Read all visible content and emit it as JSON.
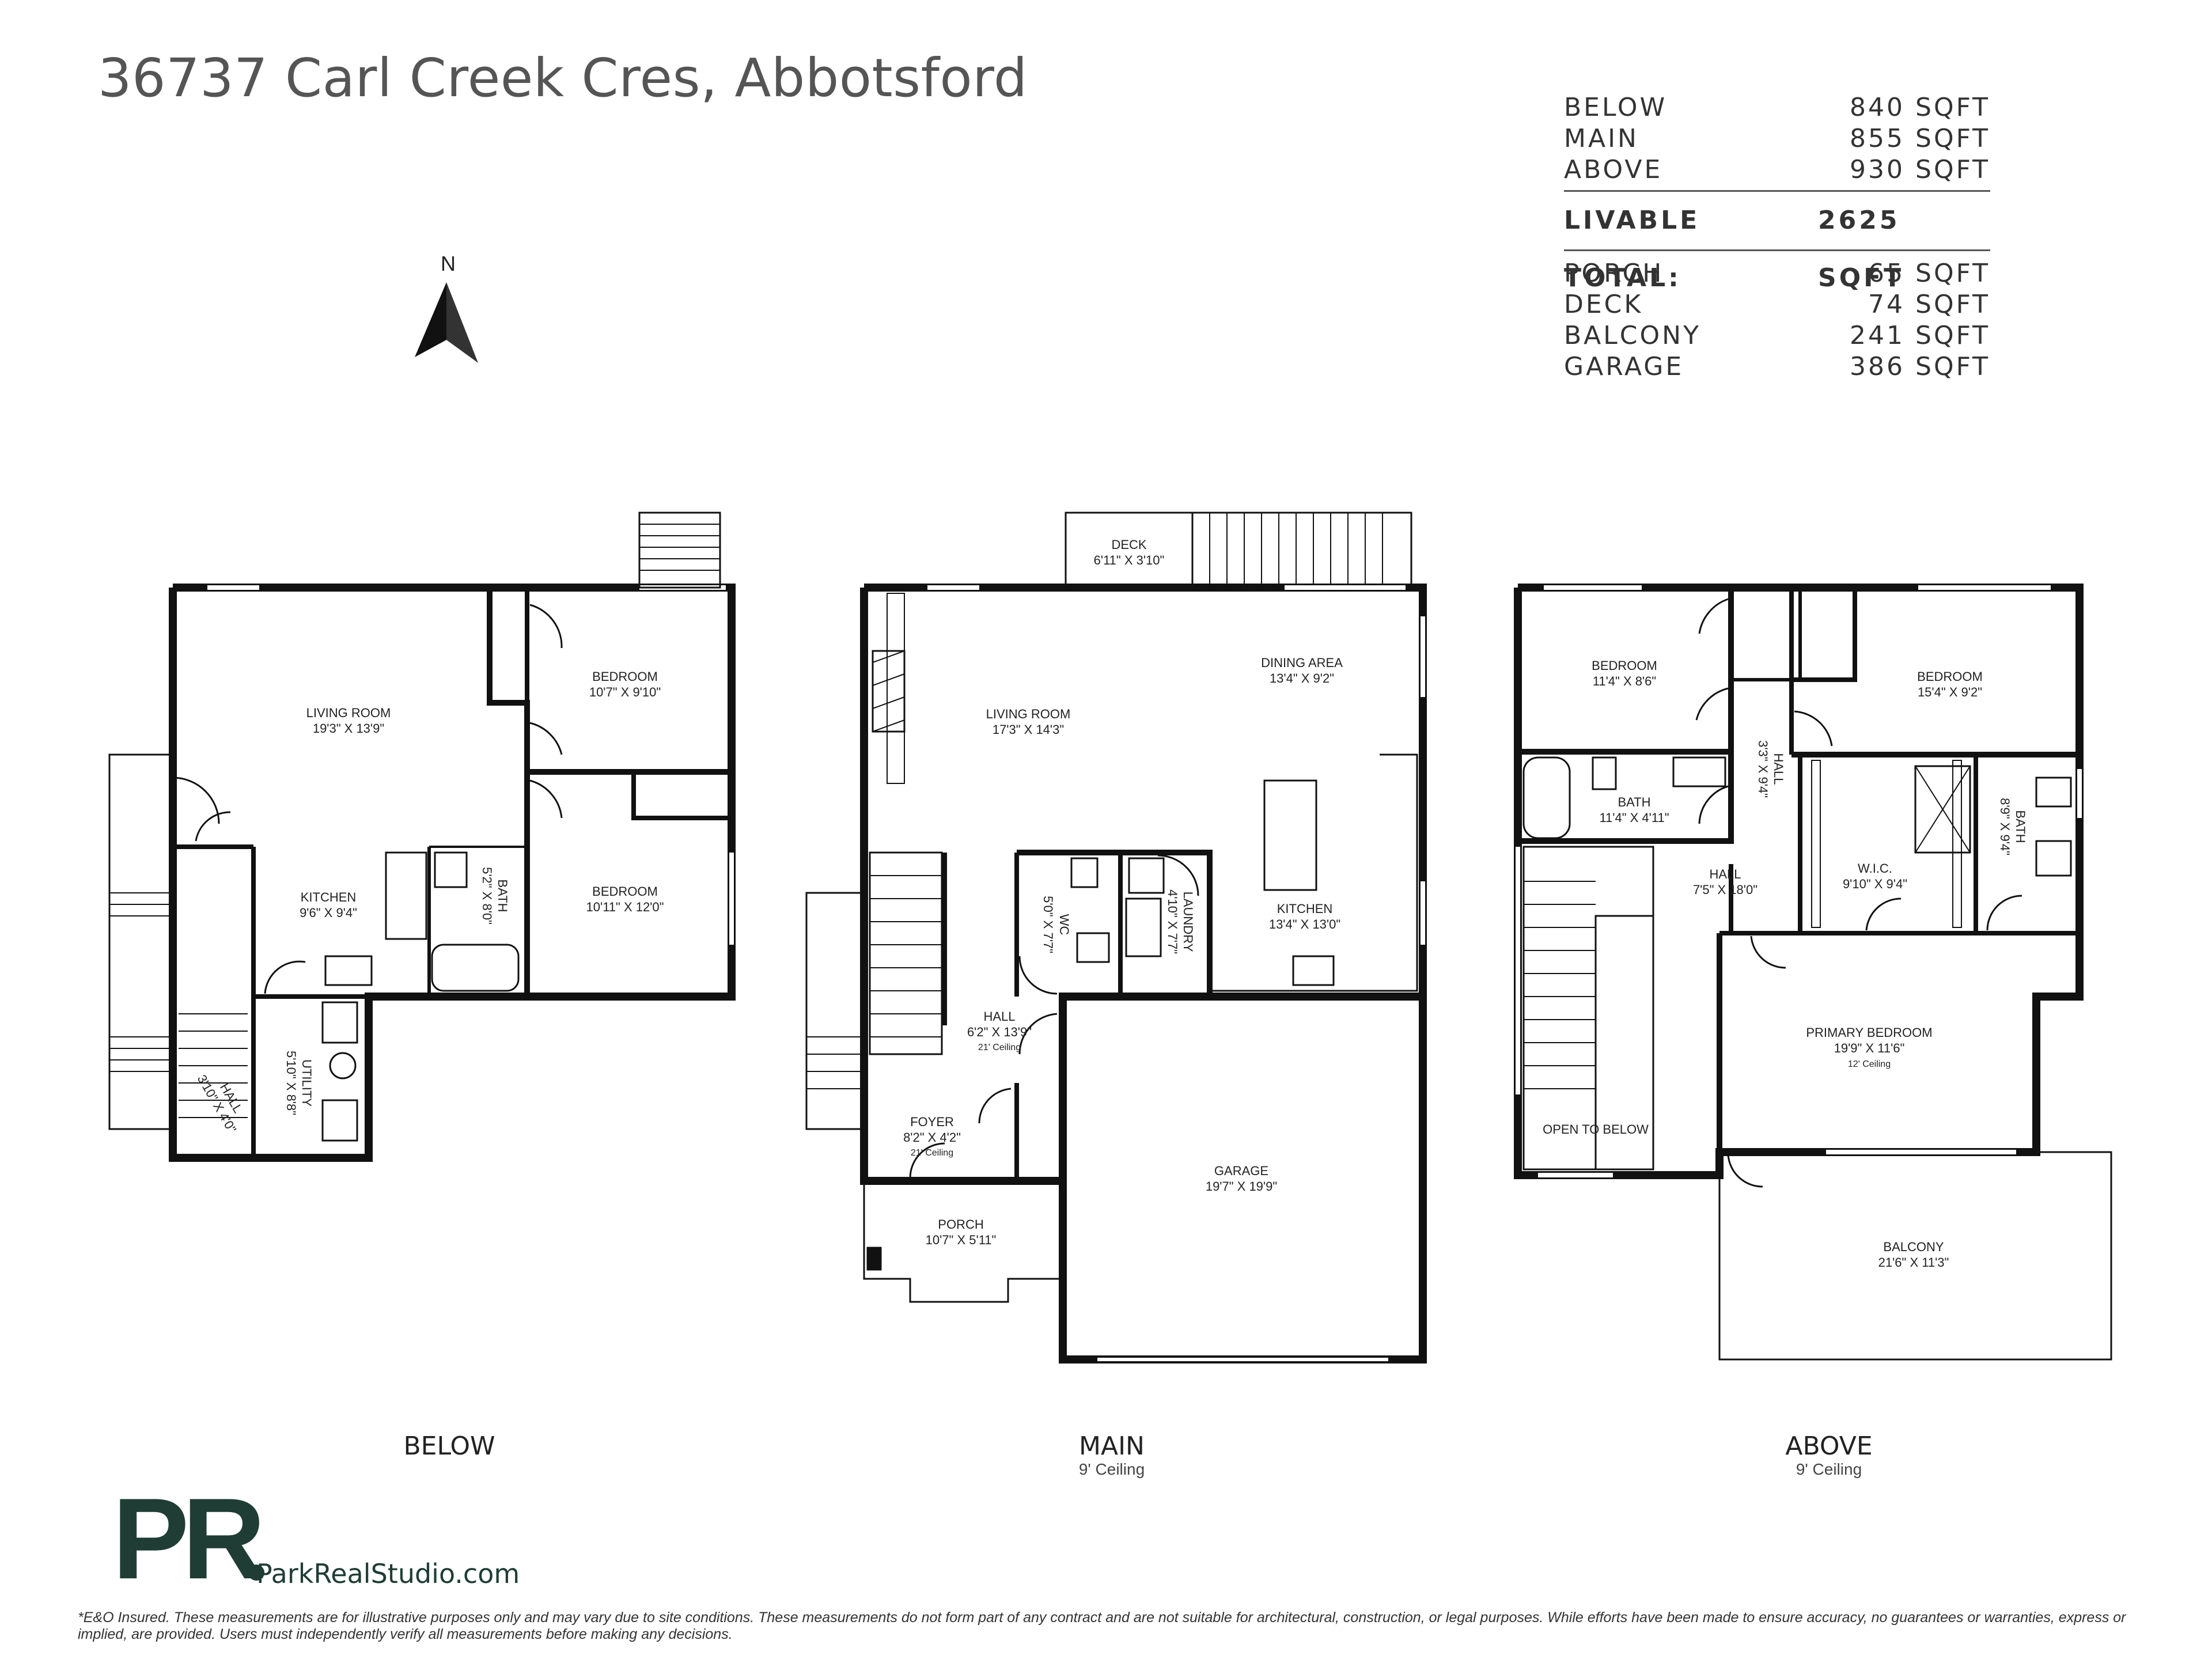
{
  "title": "36737 Carl Creek Cres, Abbotsford",
  "stats": {
    "floors": [
      {
        "label": "BELOW",
        "value": "840 SQFT"
      },
      {
        "label": "MAIN",
        "value": "855 SQFT"
      },
      {
        "label": "ABOVE",
        "value": "930 SQFT"
      }
    ],
    "total": {
      "label": "LIVABLE TOTAL:",
      "value": "2625 SQFT"
    },
    "extras": [
      {
        "label": "PORCH",
        "value": "65 SQFT"
      },
      {
        "label": "DECK",
        "value": "74 SQFT"
      },
      {
        "label": "BALCONY",
        "value": "241 SQFT"
      },
      {
        "label": "GARAGE",
        "value": "386 SQFT"
      }
    ]
  },
  "north_label": "N",
  "floors": {
    "below": {
      "label": "BELOW",
      "rooms": {
        "living": {
          "name": "LIVING ROOM",
          "dim": "19'3\" X 13'9\""
        },
        "bedroom1": {
          "name": "BEDROOM",
          "dim": "10'7\" X 9'10\""
        },
        "kitchen": {
          "name": "KITCHEN",
          "dim": "9'6\" X 9'4\""
        },
        "bath": {
          "name": "BATH",
          "dim": "5'2\" X 8'0\""
        },
        "bedroom2": {
          "name": "BEDROOM",
          "dim": "10'11\" X 12'0\""
        },
        "utility": {
          "name": "UTILITY",
          "dim": "5'10\" X 8'8\""
        },
        "hall": {
          "name": "HALL",
          "dim": "3'10\" X 4'0\""
        }
      }
    },
    "main": {
      "label": "MAIN",
      "ceiling": "9' Ceiling",
      "rooms": {
        "deck": {
          "name": "DECK",
          "dim": "6'11\" X 3'10\""
        },
        "living": {
          "name": "LIVING ROOM",
          "dim": "17'3\" X 14'3\""
        },
        "dining": {
          "name": "DINING AREA",
          "dim": "13'4\" X 9'2\""
        },
        "wc": {
          "name": "WC",
          "dim": "5'0\" X 7'7\""
        },
        "laundry": {
          "name": "LAUNDRY",
          "dim": "4'10\" X 7'7\""
        },
        "kitchen": {
          "name": "KITCHEN",
          "dim": "13'4\" X 13'0\""
        },
        "hall": {
          "name": "HALL",
          "dim": "6'2\" X 13'9\"",
          "note": "21' Ceiling"
        },
        "foyer": {
          "name": "FOYER",
          "dim": "8'2\" X 4'2\"",
          "note": "21' Ceiling"
        },
        "garage": {
          "name": "GARAGE",
          "dim": "19'7\" X 19'9\""
        },
        "porch": {
          "name": "PORCH",
          "dim": "10'7\" X 5'11\""
        }
      }
    },
    "above": {
      "label": "ABOVE",
      "ceiling": "9' Ceiling",
      "rooms": {
        "bedroom1": {
          "name": "BEDROOM",
          "dim": "11'4\" X 8'6\""
        },
        "bedroom2": {
          "name": "BEDROOM",
          "dim": "15'4\" X 9'2\""
        },
        "hall_small": {
          "name": "HALL",
          "dim": "3'3\" X 9'4\""
        },
        "bath1": {
          "name": "BATH",
          "dim": "11'4\" X 4'11\""
        },
        "hall": {
          "name": "HALL",
          "dim": "7'5\" X 18'0\""
        },
        "wic": {
          "name": "W.I.C.",
          "dim": "9'10\" X 9'4\""
        },
        "bath2": {
          "name": "BATH",
          "dim": "8'9\" X 9'4\""
        },
        "primary": {
          "name": "PRIMARY BEDROOM",
          "dim": "19'9\" X 11'6\"",
          "note": "12' Ceiling"
        },
        "open": {
          "name": "OPEN TO BELOW"
        },
        "balcony": {
          "name": "BALCONY",
          "dim": "21'6\" X 11'3\""
        }
      }
    }
  },
  "logo_text": "PR",
  "brand_url": "ParkRealStudio.com",
  "colors": {
    "brand": "#1f3d35",
    "wall": "#111111",
    "thin": "#888888"
  },
  "disclaimer": "*E&O Insured. These measurements are for illustrative purposes only and may vary due to site conditions. These measurements do not form part of any contract and are not suitable for architectural, construction, or legal purposes. While efforts have been made to ensure accuracy, no guarantees or warranties, express or implied, are provided. Users must independently verify all measurements before making any decisions."
}
